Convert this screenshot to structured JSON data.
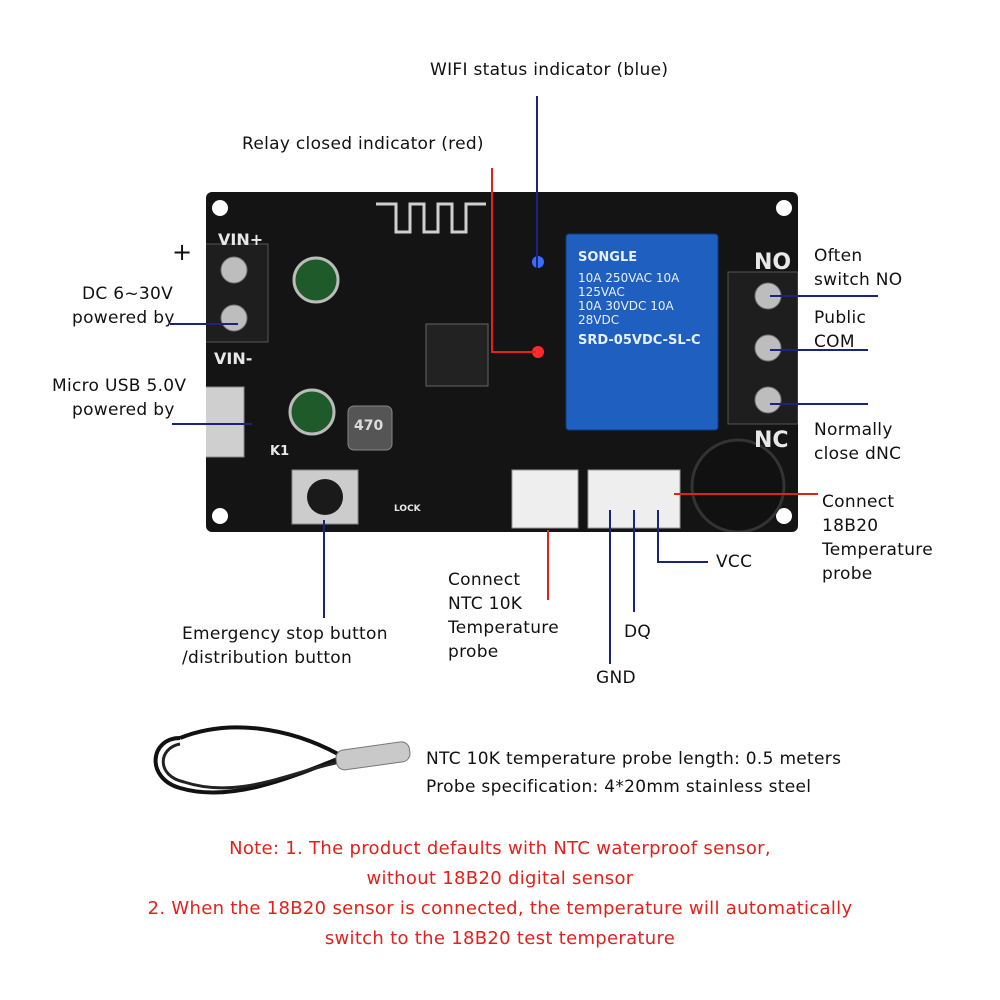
{
  "labels": {
    "wifi_indicator": "WIFI status indicator (blue)",
    "relay_indicator": "Relay closed indicator (red)",
    "plus_sign": "+",
    "dc_power_1": "DC 6~30V",
    "dc_power_2": "powered by",
    "usb_power_1": "Micro USB 5.0V",
    "usb_power_2": "powered by",
    "often_switch_1": "Often",
    "often_switch_2": "switch NO",
    "public_com_1": "Public",
    "public_com_2": "COM",
    "normally_close_1": "Normally",
    "normally_close_2": "close dNC",
    "connect_18b20_1": "Connect",
    "connect_18b20_2": "18B20",
    "connect_18b20_3": "Temperature",
    "connect_18b20_4": "probe",
    "vcc": "VCC",
    "dq": "DQ",
    "gnd": "GND",
    "connect_ntc_1": "Connect",
    "connect_ntc_2": "NTC 10K",
    "connect_ntc_3": "Temperature",
    "connect_ntc_4": "probe",
    "emergency_1": "Emergency stop button",
    "emergency_2": "/distribution button"
  },
  "board_silkscreen": {
    "vin_plus": "VIN+",
    "vin_minus": "VIN-",
    "no": "NO",
    "nc": "NC",
    "k1": "K1",
    "relay_brand": "SONGLE",
    "relay_model": "SRD-05VDC-SL-C",
    "relay_rating_1": "10A 250VAC  10A 125VAC",
    "relay_rating_2": "10A 30VDC  10A 28VDC",
    "inductor": "470",
    "lock": "LOCK"
  },
  "probe": {
    "length": "NTC 10K temperature probe length: 0.5 meters",
    "spec": "Probe specification: 4*20mm stainless steel"
  },
  "notes": [
    "Note: 1. The product defaults with NTC waterproof sensor,",
    "without 18B20 digital sensor",
    "2. When the 18B20 sensor is connected, the temperature will automatically",
    "switch to the 18B20 test temperature"
  ],
  "colors": {
    "board": "#141414",
    "relay": "#1f5fbf",
    "terminal": "#1e1e1e",
    "blue_line": "#1a237e",
    "red_line": "#e3201b",
    "note_text": "#e3201b",
    "led_blue": "#3b6bff",
    "led_red": "#ff2a2a"
  }
}
